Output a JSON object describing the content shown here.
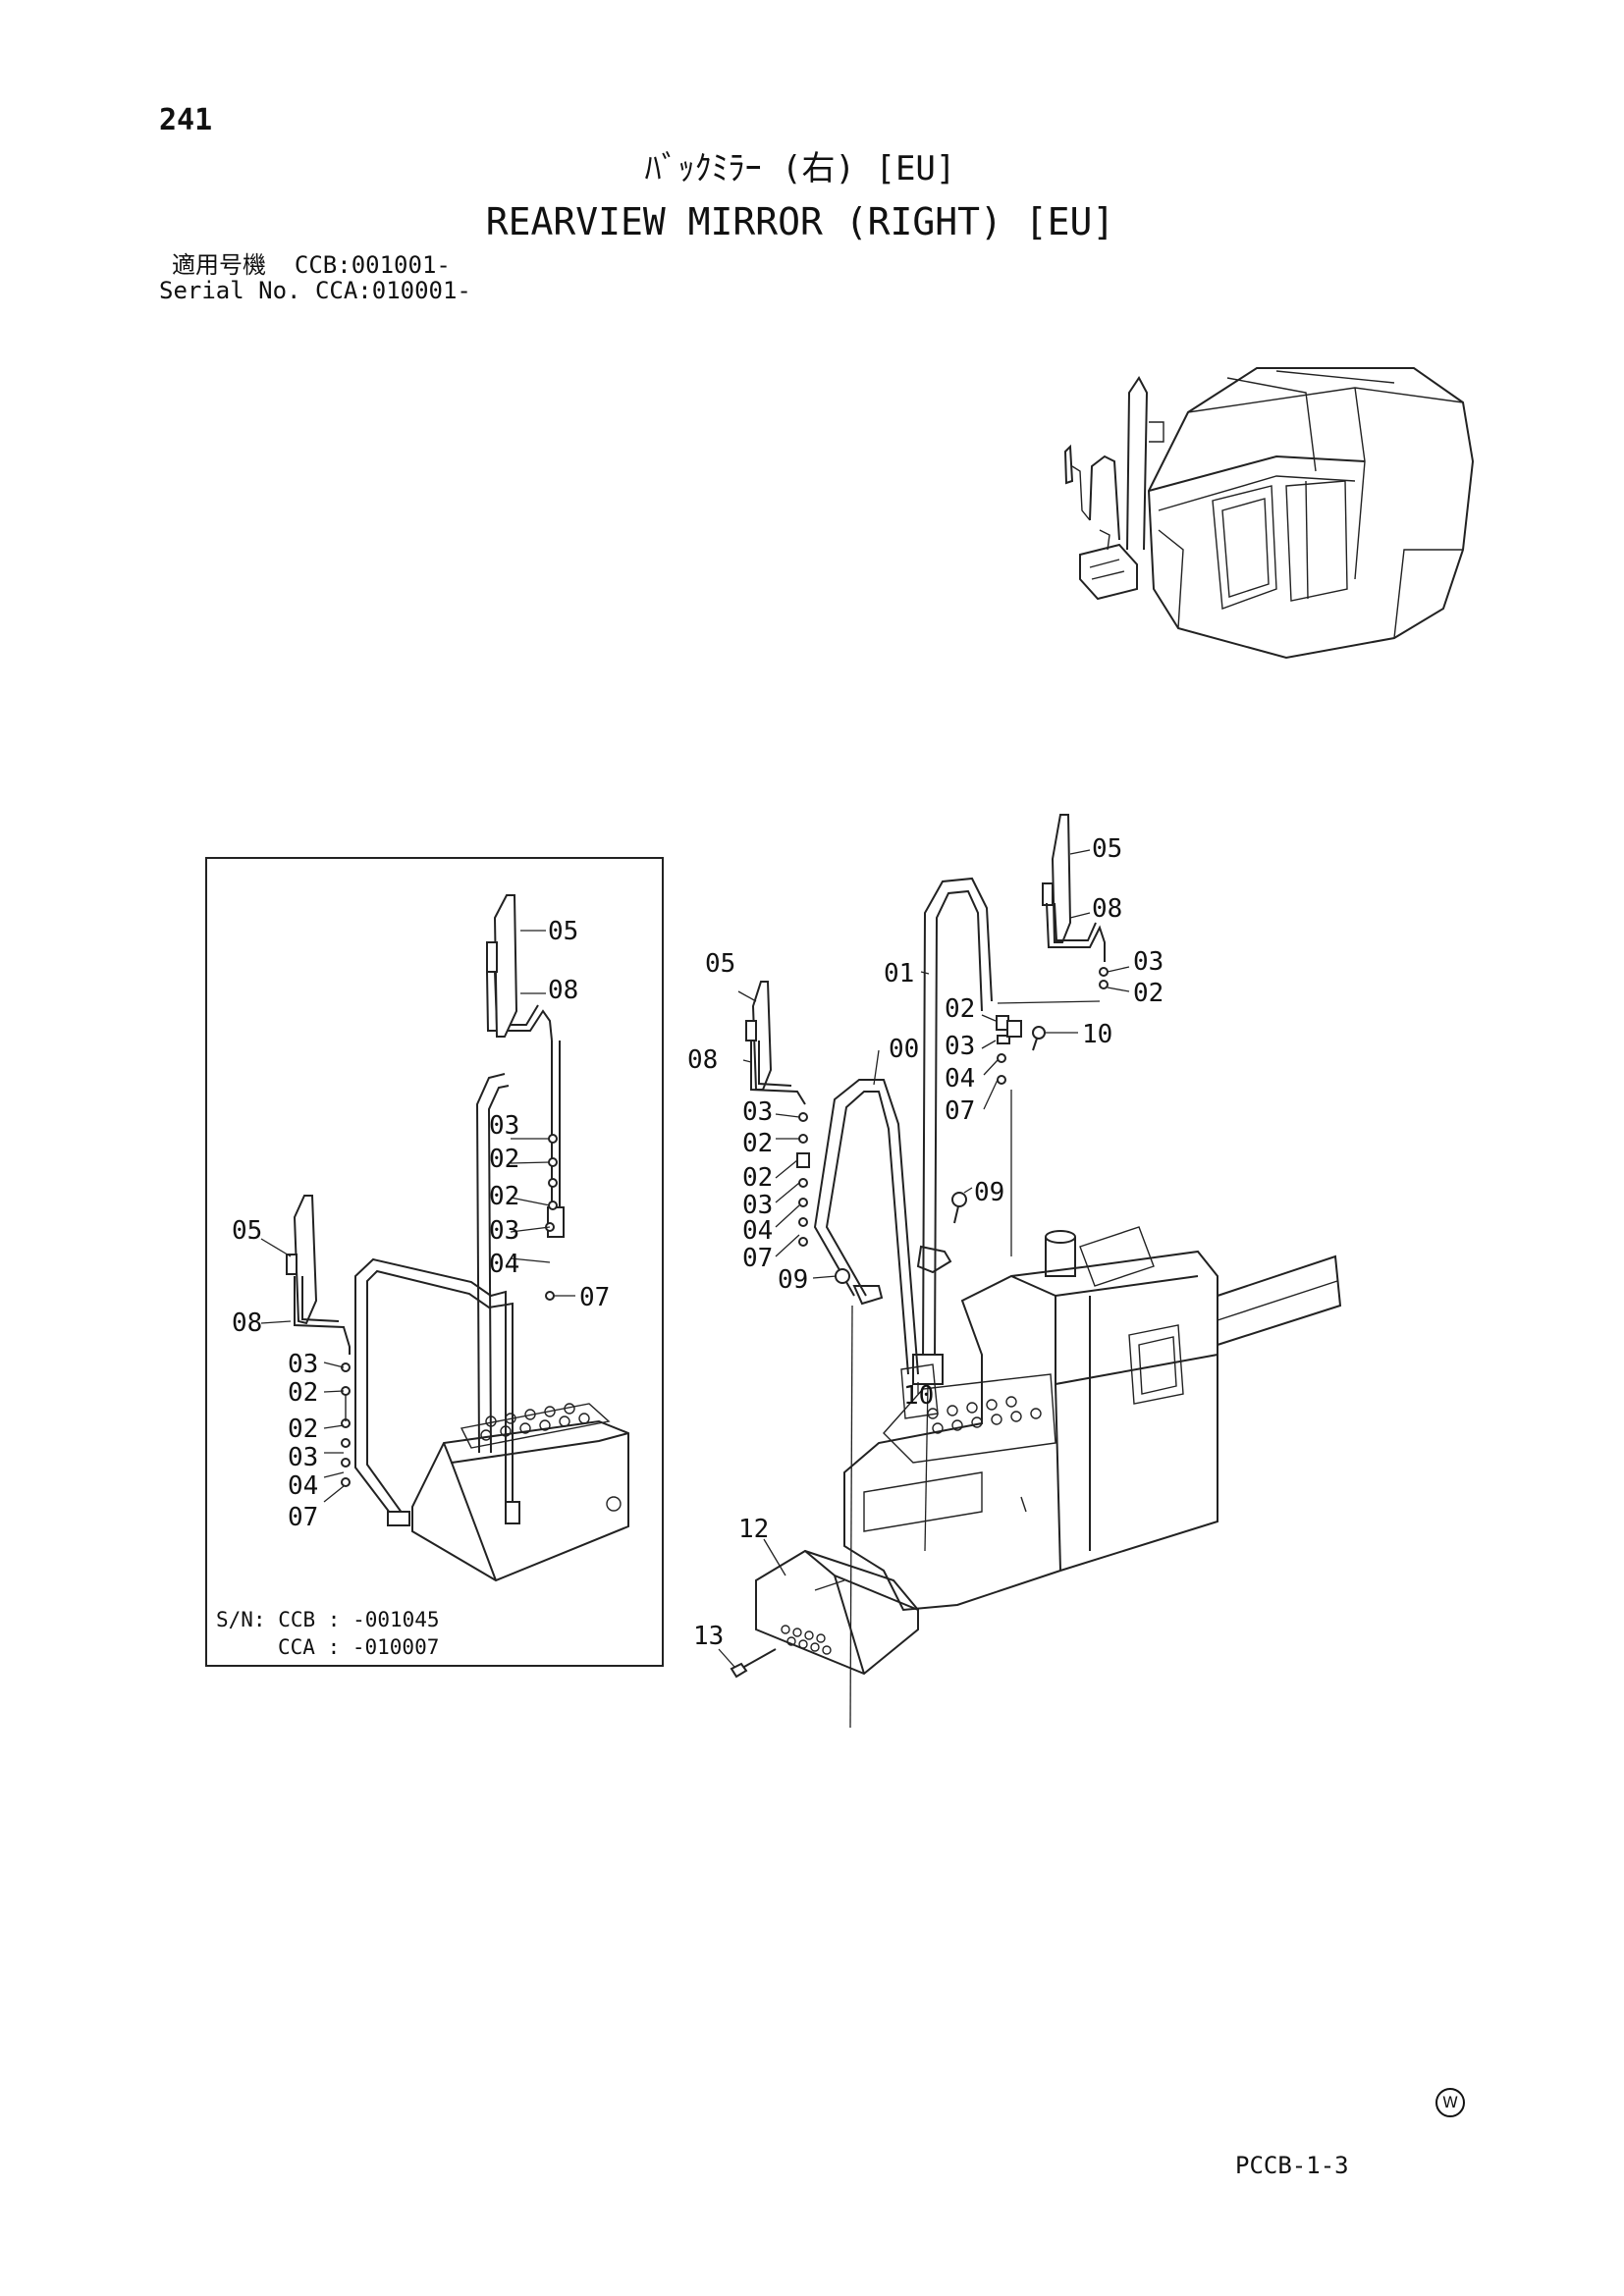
{
  "page_number": "241",
  "title_jp": "ﾊﾞｯｸﾐﾗｰ (右) [EU]",
  "title_en": "REARVIEW MIRROR (RIGHT) [EU]",
  "serial_jp": "適用号機  CCB:001001-",
  "serial_en": "Serial No. CCA:010001-",
  "inset": {
    "sn_line1": "S/N: CCB : -001045",
    "sn_line2": "CCA : -010007",
    "labels": [
      "05",
      "08",
      "03",
      "02",
      "02",
      "03",
      "04",
      "07",
      "05",
      "08",
      "03",
      "02",
      "02",
      "03",
      "04",
      "07"
    ]
  },
  "main": {
    "labels": [
      "05",
      "08",
      "03",
      "02",
      "01",
      "02",
      "03",
      "04",
      "07",
      "10",
      "05",
      "08",
      "00",
      "03",
      "02",
      "02",
      "03",
      "04",
      "07",
      "09",
      "09",
      "10",
      "12",
      "13"
    ]
  },
  "doc_code": "PCCB-1-3",
  "mark": "W"
}
